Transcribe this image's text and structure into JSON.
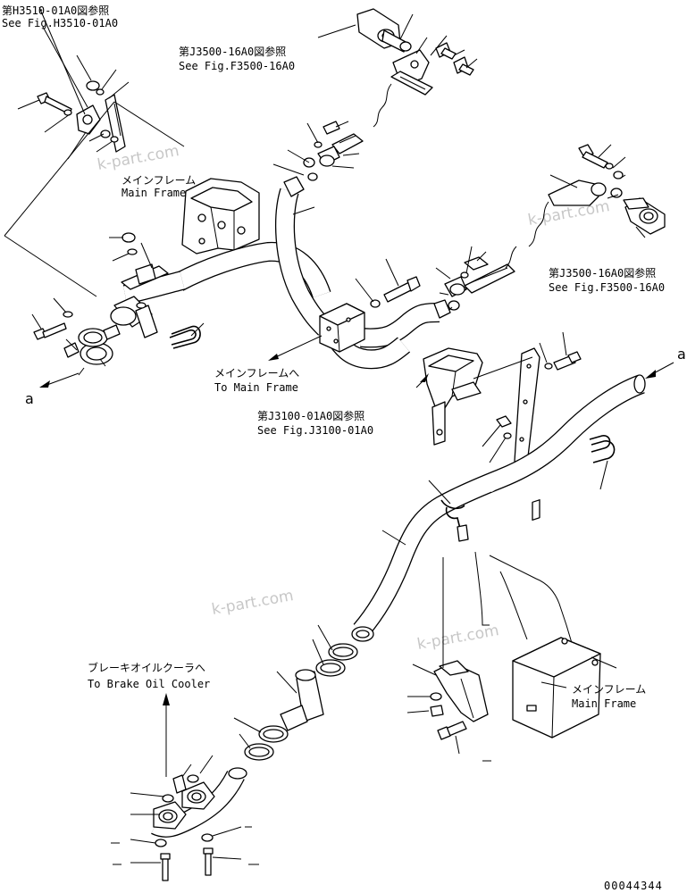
{
  "references": {
    "h3510": {
      "jp": "第H3510-01A0図参照",
      "en": "See Fig.H3510-01A0"
    },
    "j3500_top": {
      "jp": "第J3500-16A0図参照",
      "en": "See Fig.F3500-16A0"
    },
    "j3500_right": {
      "jp": "第J3500-16A0図参照",
      "en": "See Fig.F3500-16A0"
    },
    "j3100": {
      "jp": "第J3100-01A0図参照",
      "en": "See Fig.J3100-01A0"
    }
  },
  "labels": {
    "main_frame_1": {
      "jp": "メインフレーム",
      "en": "Main Frame"
    },
    "to_main_frame": {
      "jp": "メインフレームへ",
      "en": "To Main Frame"
    },
    "brake_cooler": {
      "jp": "ブレーキオイルクーラへ",
      "en": "To Brake Oil Cooler"
    },
    "main_frame_2": {
      "jp": "メインフレーム",
      "en": "Main Frame"
    }
  },
  "connection_marks": {
    "left": "a",
    "right": "a"
  },
  "watermarks": [
    "k-part.com",
    "k-part.com",
    "k-part.com",
    "k-part.com"
  ],
  "drawing_number": "00044344"
}
